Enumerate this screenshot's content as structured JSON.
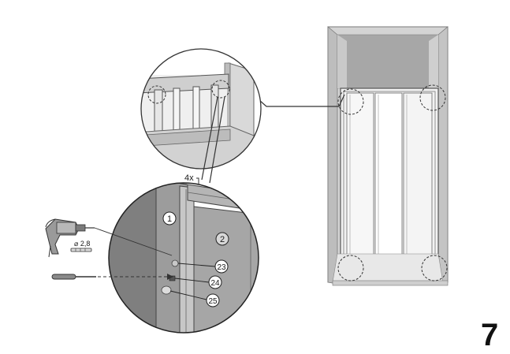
{
  "step_number": "7",
  "multiplier": "4x",
  "drill_bit_label": "⌀ 2,8",
  "part_numbers": {
    "p1": "1",
    "p2": "2",
    "p23": "23",
    "p24": "24",
    "p25": "25"
  }
}
